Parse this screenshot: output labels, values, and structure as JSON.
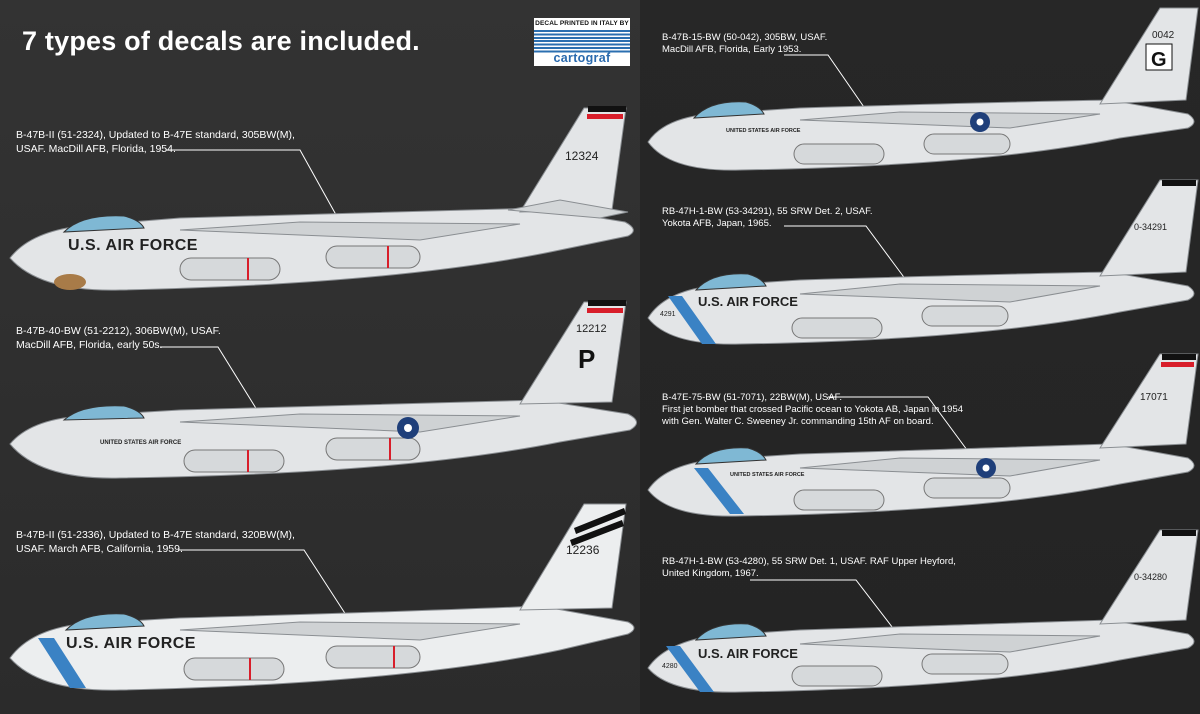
{
  "header": {
    "headline": "7 types of decals are included.",
    "logo": {
      "printed_line": "DECAL PRINTED IN ITALY BY",
      "brand": "cartograf",
      "brand_color": "#2b6fb0"
    }
  },
  "colors": {
    "background": "#2e2e2e",
    "aircraft": "#dcdfe1",
    "canopy": "#7fb8d4",
    "tail_red": "#d81e2a",
    "stripe_blue": "#3a82c4"
  },
  "schemes": [
    {
      "id": "scheme-1",
      "caption": [
        "B-47B-II (51-2324), Updated to B-47E standard, 305BW(M),",
        "USAF. MacDill AFB, Florida, 1954."
      ],
      "serial": "12324",
      "fuselage_text": "U.S. AIR FORCE",
      "tail_letter": ""
    },
    {
      "id": "scheme-2",
      "caption": [
        "B-47B-40-BW (51-2212), 306BW(M), USAF.",
        "MacDill AFB, Florida, early 50s."
      ],
      "serial": "12212",
      "fuselage_text": "UNITED STATES AIR FORCE",
      "tail_letter": "P"
    },
    {
      "id": "scheme-3",
      "caption": [
        "B-47B-II (51-2336), Updated to B-47E standard, 320BW(M),",
        "USAF.  March AFB, California, 1959."
      ],
      "serial": "12236",
      "fuselage_text": "U.S. AIR FORCE",
      "tail_letter": ""
    },
    {
      "id": "scheme-4",
      "caption": [
        "B-47B-15-BW (50-042), 305BW, USAF.",
        "MacDill AFB, Florida, Early 1953."
      ],
      "serial": "0042",
      "fuselage_text": "UNITED STATES AIR FORCE",
      "tail_letter": "G"
    },
    {
      "id": "scheme-5",
      "caption": [
        "RB-47H-1-BW (53-34291), 55 SRW Det. 2, USAF.",
        "Yokota AFB, Japan, 1965."
      ],
      "serial": "0-34291",
      "nose_number": "4291",
      "fuselage_text": "U.S. AIR FORCE",
      "tail_letter": ""
    },
    {
      "id": "scheme-6",
      "caption": [
        "B-47E-75-BW (51-7071), 22BW(M), USAF.",
        "First jet bomber that crossed Pacific ocean to Yokota AB, Japan in 1954",
        "with Gen. Walter C. Sweeney Jr. commanding 15th AF on board."
      ],
      "serial": "17071",
      "fuselage_text": "UNITED STATES AIR FORCE",
      "tail_letter": ""
    },
    {
      "id": "scheme-7",
      "caption": [
        "RB-47H-1-BW (53-4280), 55 SRW Det. 1, USAF. RAF Upper Heyford,",
        "United Kingdom, 1967."
      ],
      "serial": "0-34280",
      "nose_number": "4280",
      "fuselage_text": "U.S. AIR FORCE",
      "tail_letter": ""
    }
  ]
}
